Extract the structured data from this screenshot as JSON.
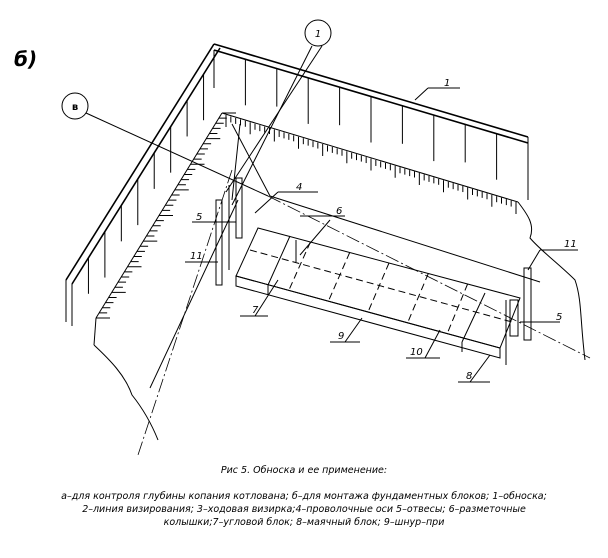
{
  "figure": {
    "panel_letter": "б)",
    "callout_v": "в",
    "labels": {
      "n1_top": "1",
      "n1_right": "1",
      "n4": "4",
      "n5_left": "5",
      "n5_right": "5",
      "n6": "6",
      "n7": "7",
      "n8": "8",
      "n9": "9",
      "n10": "10",
      "n11_left": "11",
      "n11_right": "11"
    }
  },
  "caption": {
    "line1": "Рис 5. Обноска и ее применение:",
    "line2": "а–для контроля глубины копания котлована; б–для монтажа фундаментных блоков; 1–обноска;",
    "line3": "2–линия визирования; 3–ходовая визирка;4–проволочные оси 5–отвесы; 6–разметочные",
    "line4": "колышки;7–угловой блок; 8–маячный блок; 9–шнур–при"
  }
}
